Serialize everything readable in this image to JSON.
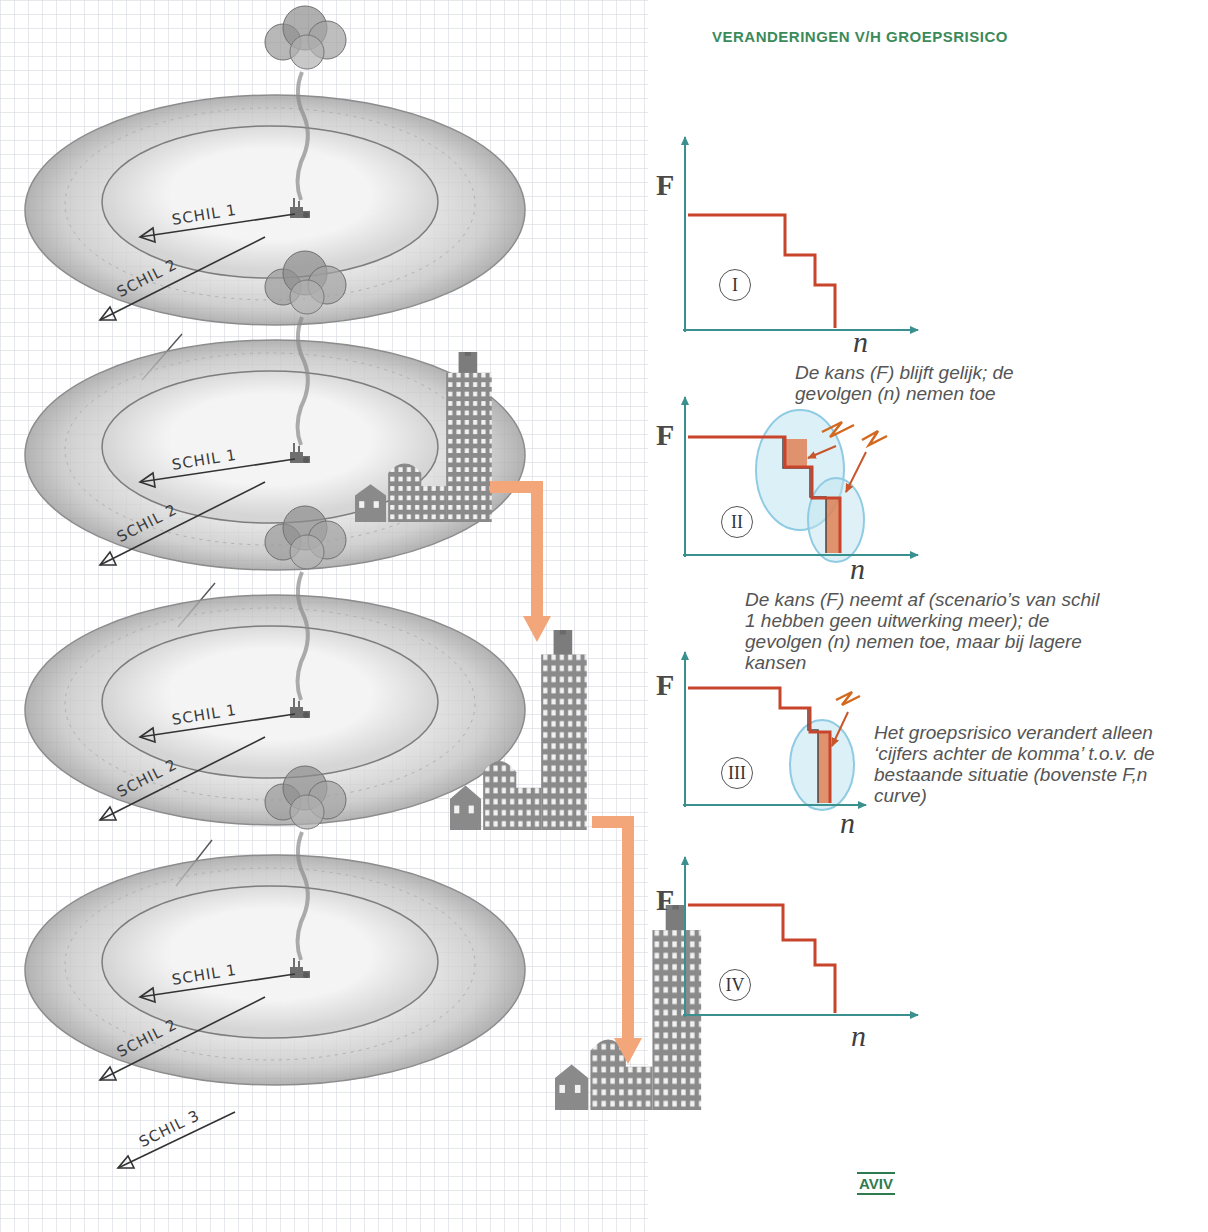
{
  "diagram": {
    "title": "VERANDERINGEN V/H GROEPSRISICO",
    "nodes": [
      {
        "text": [
          "I"
        ]
      },
      {
        "text": [
          "II"
        ]
      },
      {
        "text": [
          "III"
        ]
      },
      {
        "text": [
          "IV"
        ]
      }
    ],
    "labels": [
      "SCHIL 1",
      "SCHIL 2",
      "SCHIL 1",
      "SCHIL 2",
      "SCHIL 1",
      "SCHIL 2",
      "SCHIL 1",
      "SCHIL 2",
      "SCHIL 3",
      "F",
      "n",
      "De kans (F) blijft gelijk; de gevolgen (n) nemen toe",
      "F",
      "n",
      "De kans (F) neemt af (scenario’s van schil 1 hebben geen uitwerking meer); de gevolgen (n) nemen toe, maar bij lagere kansen",
      "F",
      "n",
      "Het groepsrisico verandert alleen ‘cijfers achter de komma’ t.o.v. de bestaande situatie (bovenste F,n curve)",
      "F",
      "n",
      "AVIV"
    ]
  }
}
